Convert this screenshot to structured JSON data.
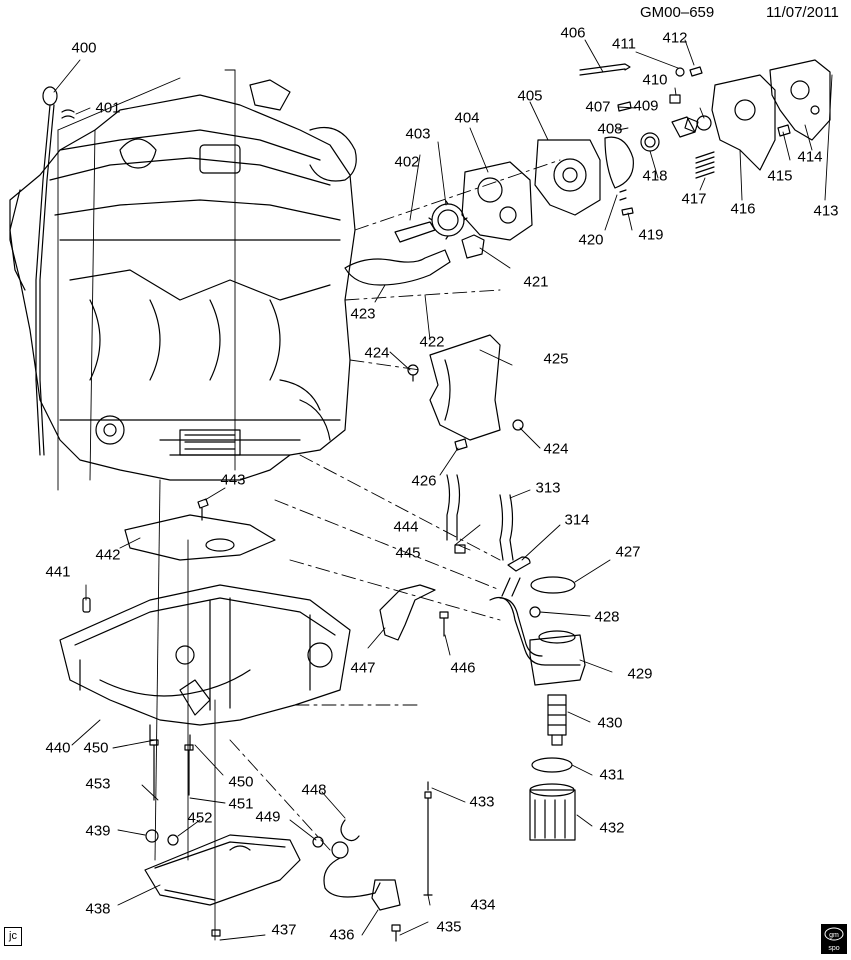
{
  "header": {
    "ref_id": "GM00–659",
    "date": "11/07/2011"
  },
  "footer": {
    "artist_tag": "jc",
    "logo_text": "gm spo"
  },
  "colors": {
    "ink": "#000000",
    "paper": "#ffffff"
  },
  "callouts": {
    "c400": "400",
    "c401": "401",
    "c402": "402",
    "c403": "403",
    "c404": "404",
    "c405": "405",
    "c406": "406",
    "c407": "407",
    "c408": "408",
    "c409": "409",
    "c410": "410",
    "c411": "411",
    "c412": "412",
    "c413": "413",
    "c414": "414",
    "c415": "415",
    "c416": "416",
    "c417": "417",
    "c418": "418",
    "c419": "419",
    "c420": "420",
    "c421": "421",
    "c422": "422",
    "c423": "423",
    "c424a": "424",
    "c424b": "424",
    "c425": "425",
    "c426": "426",
    "c427": "427",
    "c428": "428",
    "c429": "429",
    "c430": "430",
    "c431": "431",
    "c432": "432",
    "c433": "433",
    "c434": "434",
    "c435": "435",
    "c436": "436",
    "c437": "437",
    "c438": "438",
    "c439": "439",
    "c440": "440",
    "c441": "441",
    "c442": "442",
    "c443": "443",
    "c444": "444",
    "c445": "445",
    "c446": "446",
    "c447": "447",
    "c448": "448",
    "c449": "449",
    "c450a": "450",
    "c450b": "450",
    "c451": "451",
    "c452": "452",
    "c453": "453",
    "c313": "313",
    "c314": "314"
  }
}
